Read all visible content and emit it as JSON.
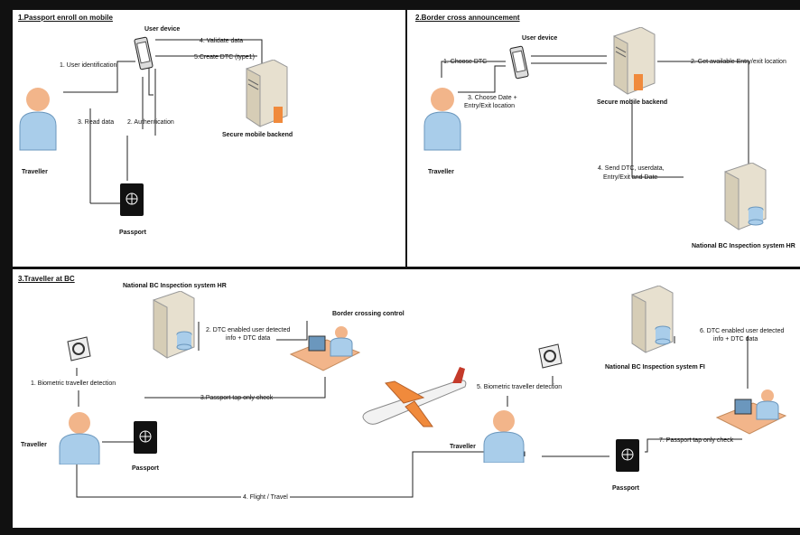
{
  "colors": {
    "line": "#222222",
    "person": "#a9cdea",
    "head": "#f2b58a",
    "server": "#e7e0cf",
    "accent": "#f08a3c",
    "passport": "#111111"
  },
  "panel1": {
    "title": "1.Passport enroll on mobile",
    "user_device": "User device",
    "step1": "1. User identification",
    "step2": "2. Authentication",
    "step3": "3. Read data",
    "step4": "4. Validate data",
    "step5": "5.Create DTC (type1)",
    "backend": "Secure mobile backend",
    "traveller": "Traveller",
    "passport": "Passport"
  },
  "panel2": {
    "title": "2.Border cross announcement",
    "user_device": "User device",
    "step1": "1. Choose DTC",
    "step2": "2. Get available Entry/exit location",
    "step3a": "3. Choose Date +",
    "step3b": "Entry/Exit location",
    "step4a": "4. Send DTC, userdata,",
    "step4b": "Entry/Exit and Date",
    "backend": "Secure mobile backend",
    "traveller": "Traveller",
    "national": "National BC Inspection system HR"
  },
  "panel3": {
    "title": "3.Traveller at BC",
    "national_hr": "National BC Inspection system HR",
    "border_control": "Border crossing control",
    "step1": "1. Biometric traveller detection",
    "step2a": "2. DTC enabled user detected",
    "step2b": "info + DTC data",
    "step3": "3.Passport tap only check",
    "step4": "4. Flight / Travel",
    "step5": "5. Biometric traveller detection",
    "step6a": "6. DTC enabled user detected",
    "step6b": "info + DTC data",
    "step7": "7. Passport tap only check",
    "national_fi": "National BC Inspection system FI",
    "traveller_left": "Traveller",
    "traveller_right": "Traveller",
    "passport_left": "Passport",
    "passport_right": "Passport"
  }
}
